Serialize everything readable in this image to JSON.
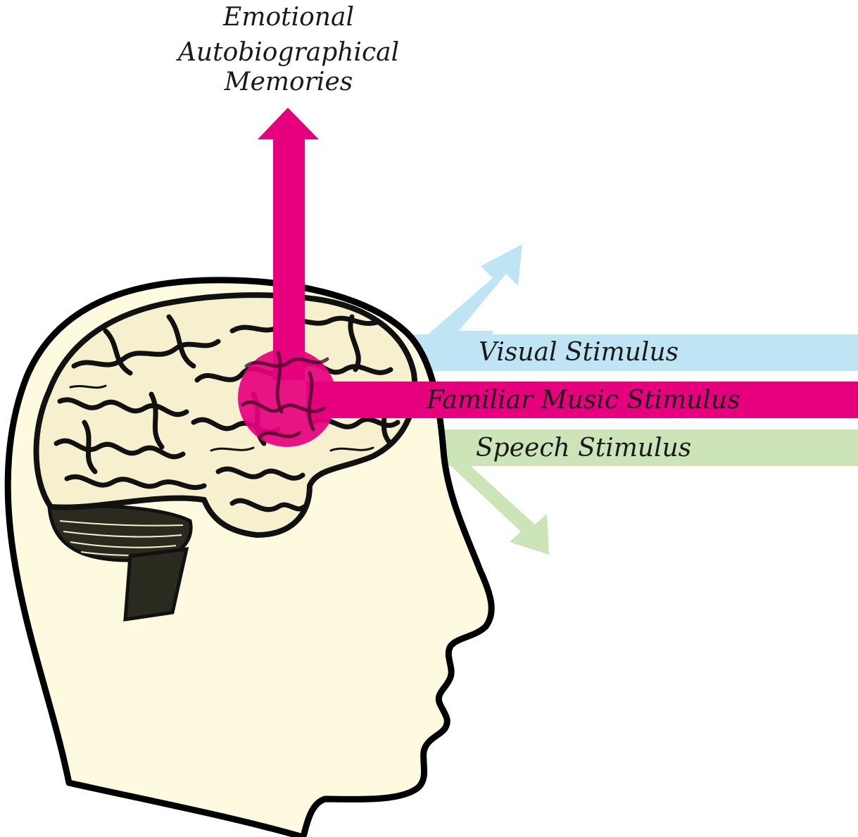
{
  "output": {
    "label_lines": [
      "Emotional",
      "Autobiographical",
      "Memories"
    ]
  },
  "stimuli": [
    {
      "id": "visual",
      "label": "Visual Stimulus",
      "color": "#bfe4f4"
    },
    {
      "id": "music",
      "label": "Familiar Music Stimulus",
      "color": "#e6007e"
    },
    {
      "id": "speech",
      "label": "Speech Stimulus",
      "color": "#cde3b8"
    }
  ],
  "colors": {
    "head_fill": "#fdfae0",
    "head_outline": "#000000",
    "brain_fill": "#f6f0cf",
    "highlight": "#e6007e",
    "visual": "#bfe4f4",
    "speech": "#cde3b8"
  }
}
